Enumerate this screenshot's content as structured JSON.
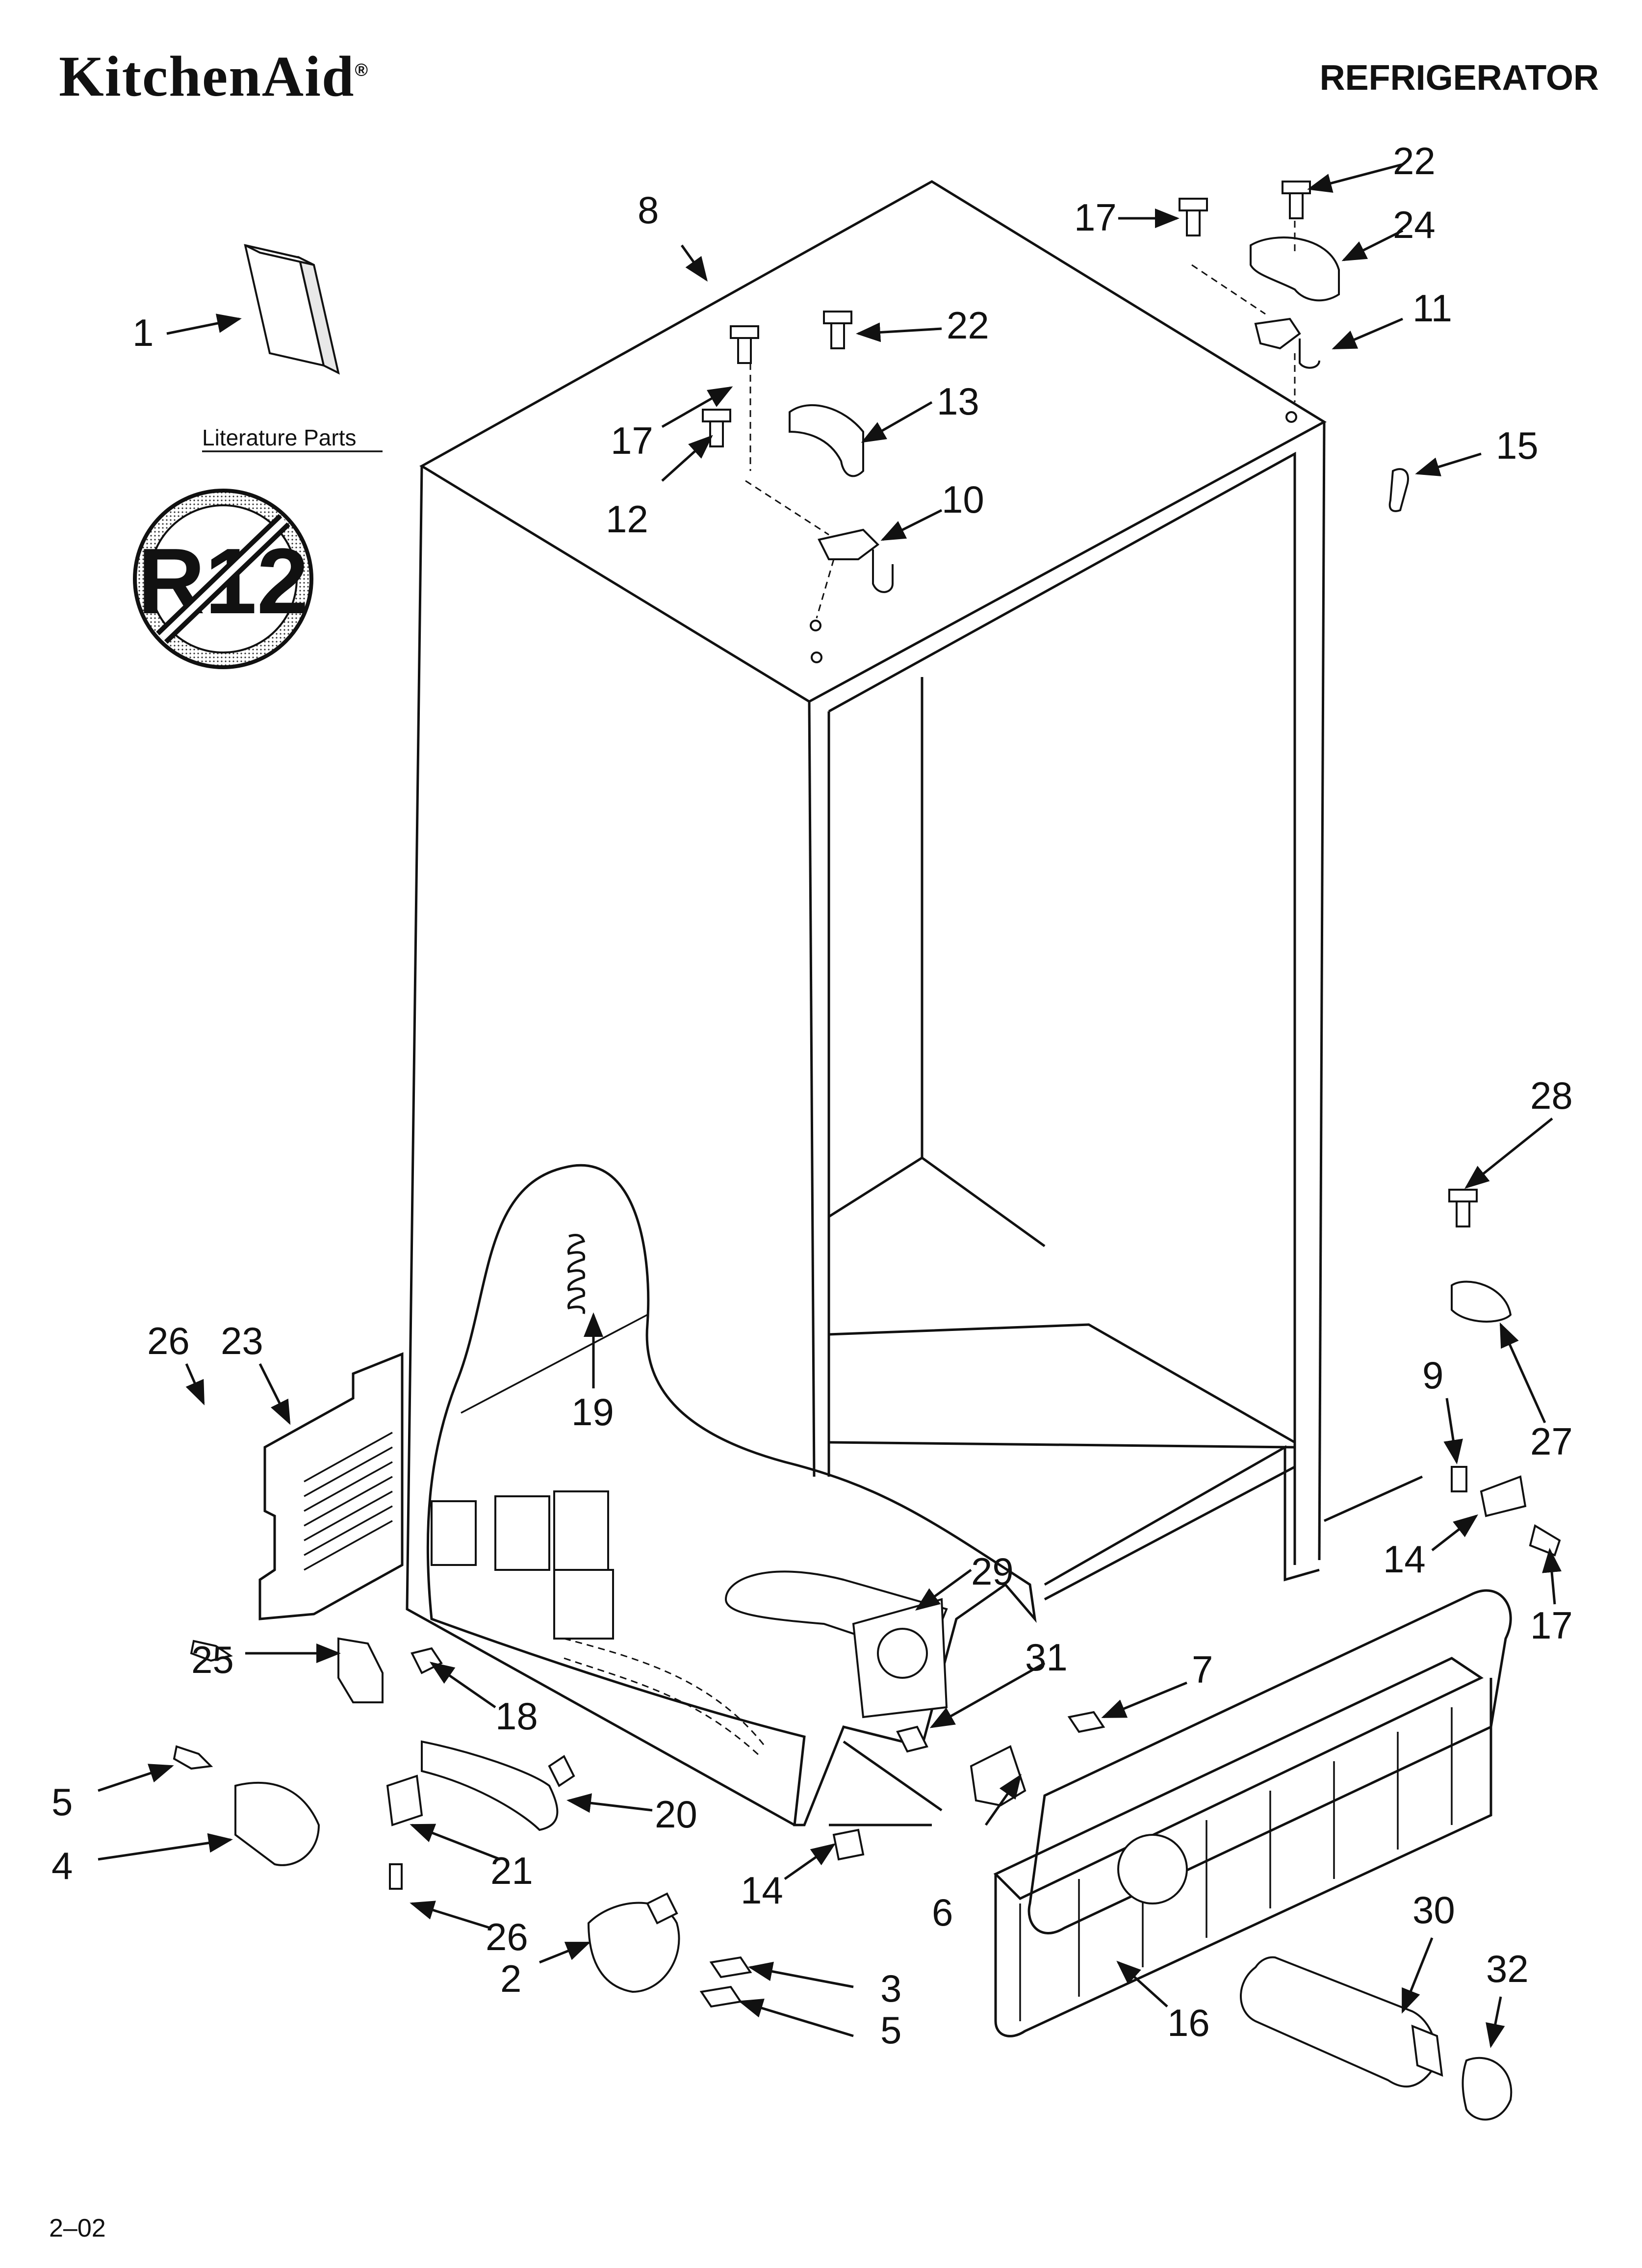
{
  "header": {
    "brand": "KitchenAid",
    "brand_mark": "®",
    "title": "REFRIGERATOR"
  },
  "badge": {
    "text": "R12"
  },
  "literature_label": "Literature Parts",
  "footer": {
    "code": "2–02"
  },
  "callouts": {
    "c1": "1",
    "c2": "2",
    "c3": "3",
    "c4": "4",
    "c5a": "5",
    "c5b": "5",
    "c6": "6",
    "c7": "7",
    "c8": "8",
    "c9": "9",
    "c10": "10",
    "c11": "11",
    "c12": "12",
    "c13": "13",
    "c14a": "14",
    "c14b": "14",
    "c15": "15",
    "c16": "16",
    "c17a": "17",
    "c17b": "17",
    "c17c": "17",
    "c18": "18",
    "c19": "19",
    "c20": "20",
    "c21": "21",
    "c22a": "22",
    "c22b": "22",
    "c23": "23",
    "c24": "24",
    "c25": "25",
    "c26a": "26",
    "c26b": "26",
    "c27": "27",
    "c28": "28",
    "c29": "29",
    "c30": "30",
    "c31": "31",
    "c32": "32"
  }
}
